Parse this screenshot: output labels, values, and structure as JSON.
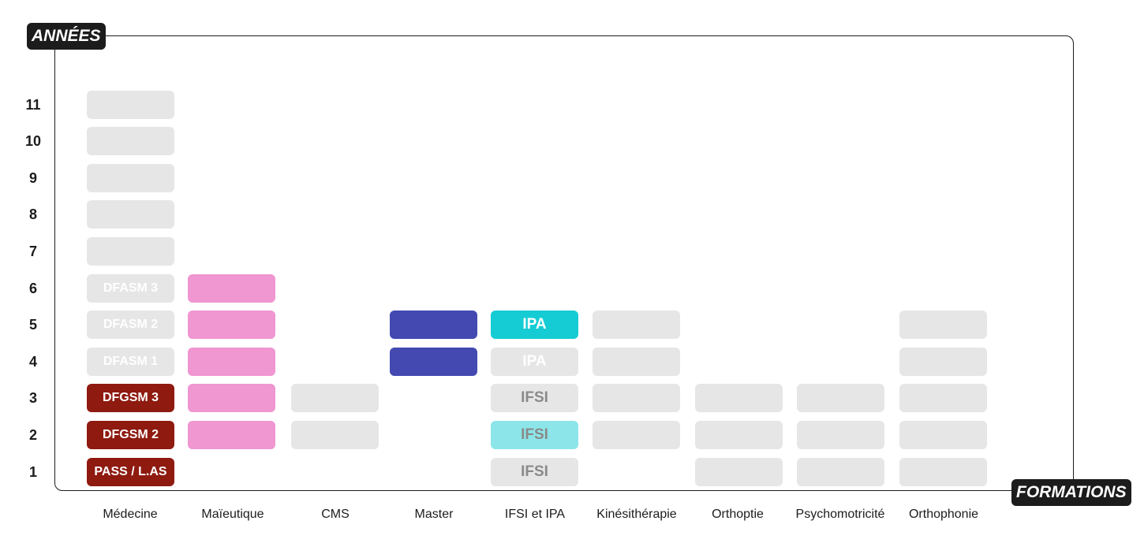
{
  "chart_data": {
    "type": "stacked-blocks",
    "y_axis_label": "ANNÉES",
    "x_axis_label": "FORMATIONS",
    "y_ticks": [
      "1",
      "2",
      "3",
      "4",
      "5",
      "6",
      "7",
      "8",
      "9",
      "10",
      "11"
    ],
    "categories": [
      "Médecine",
      "Maïeutique",
      "CMS",
      "Master",
      "IFSI et IPA",
      "Kinésithérapie",
      "Orthoptie",
      "Psychomotricité",
      "Orthophonie"
    ],
    "colors": {
      "grey": "#e6e6e6",
      "dark_red": "#8e1a10",
      "pink": "#f096d1",
      "navy": "#4349b1",
      "cyan": "#15ccd4",
      "light_cyan": "#8ce6e9",
      "white_text": "#ffffff",
      "grey_text": "#8a8a8a"
    },
    "blocks": [
      {
        "cat": 0,
        "year": 1,
        "label": "PASS / L.AS",
        "fill": "dark_red",
        "text": "white_text"
      },
      {
        "cat": 0,
        "year": 2,
        "label": "DFGSM 2",
        "fill": "dark_red",
        "text": "white_text"
      },
      {
        "cat": 0,
        "year": 3,
        "label": "DFGSM 3",
        "fill": "dark_red",
        "text": "white_text"
      },
      {
        "cat": 0,
        "year": 4,
        "label": "DFASM 1",
        "fill": "grey",
        "text": "white_text"
      },
      {
        "cat": 0,
        "year": 5,
        "label": "DFASM 2",
        "fill": "grey",
        "text": "white_text"
      },
      {
        "cat": 0,
        "year": 6,
        "label": "DFASM 3",
        "fill": "grey",
        "text": "white_text"
      },
      {
        "cat": 0,
        "year": 7,
        "label": "",
        "fill": "grey",
        "text": "white_text"
      },
      {
        "cat": 0,
        "year": 8,
        "label": "",
        "fill": "grey",
        "text": "white_text"
      },
      {
        "cat": 0,
        "year": 9,
        "label": "",
        "fill": "grey",
        "text": "white_text"
      },
      {
        "cat": 0,
        "year": 10,
        "label": "",
        "fill": "grey",
        "text": "white_text"
      },
      {
        "cat": 0,
        "year": 11,
        "label": "",
        "fill": "grey",
        "text": "white_text"
      },
      {
        "cat": 1,
        "year": 2,
        "label": "",
        "fill": "pink",
        "text": "white_text"
      },
      {
        "cat": 1,
        "year": 3,
        "label": "",
        "fill": "pink",
        "text": "white_text"
      },
      {
        "cat": 1,
        "year": 4,
        "label": "",
        "fill": "pink",
        "text": "white_text"
      },
      {
        "cat": 1,
        "year": 5,
        "label": "",
        "fill": "pink",
        "text": "white_text"
      },
      {
        "cat": 1,
        "year": 6,
        "label": "",
        "fill": "pink",
        "text": "white_text"
      },
      {
        "cat": 2,
        "year": 2,
        "label": "",
        "fill": "grey",
        "text": "white_text"
      },
      {
        "cat": 2,
        "year": 3,
        "label": "",
        "fill": "grey",
        "text": "white_text"
      },
      {
        "cat": 3,
        "year": 4,
        "label": "",
        "fill": "navy",
        "text": "white_text"
      },
      {
        "cat": 3,
        "year": 5,
        "label": "",
        "fill": "navy",
        "text": "white_text"
      },
      {
        "cat": 4,
        "year": 1,
        "label": "IFSI",
        "fill": "grey",
        "text": "grey_text"
      },
      {
        "cat": 4,
        "year": 2,
        "label": "IFSI",
        "fill": "light_cyan",
        "text": "grey_text"
      },
      {
        "cat": 4,
        "year": 3,
        "label": "IFSI",
        "fill": "grey",
        "text": "grey_text"
      },
      {
        "cat": 4,
        "year": 4,
        "label": "IPA",
        "fill": "grey",
        "text": "white_text"
      },
      {
        "cat": 4,
        "year": 5,
        "label": "IPA",
        "fill": "cyan",
        "text": "white_text"
      },
      {
        "cat": 5,
        "year": 2,
        "label": "",
        "fill": "grey",
        "text": "white_text"
      },
      {
        "cat": 5,
        "year": 3,
        "label": "",
        "fill": "grey",
        "text": "white_text"
      },
      {
        "cat": 5,
        "year": 4,
        "label": "",
        "fill": "grey",
        "text": "white_text"
      },
      {
        "cat": 5,
        "year": 5,
        "label": "",
        "fill": "grey",
        "text": "white_text"
      },
      {
        "cat": 6,
        "year": 1,
        "label": "",
        "fill": "grey",
        "text": "white_text"
      },
      {
        "cat": 6,
        "year": 2,
        "label": "",
        "fill": "grey",
        "text": "white_text"
      },
      {
        "cat": 6,
        "year": 3,
        "label": "",
        "fill": "grey",
        "text": "white_text"
      },
      {
        "cat": 7,
        "year": 1,
        "label": "",
        "fill": "grey",
        "text": "white_text"
      },
      {
        "cat": 7,
        "year": 2,
        "label": "",
        "fill": "grey",
        "text": "white_text"
      },
      {
        "cat": 7,
        "year": 3,
        "label": "",
        "fill": "grey",
        "text": "white_text"
      },
      {
        "cat": 8,
        "year": 1,
        "label": "",
        "fill": "grey",
        "text": "white_text"
      },
      {
        "cat": 8,
        "year": 2,
        "label": "",
        "fill": "grey",
        "text": "white_text"
      },
      {
        "cat": 8,
        "year": 3,
        "label": "",
        "fill": "grey",
        "text": "white_text"
      },
      {
        "cat": 8,
        "year": 4,
        "label": "",
        "fill": "grey",
        "text": "white_text"
      },
      {
        "cat": 8,
        "year": 5,
        "label": "",
        "fill": "grey",
        "text": "white_text"
      }
    ]
  }
}
